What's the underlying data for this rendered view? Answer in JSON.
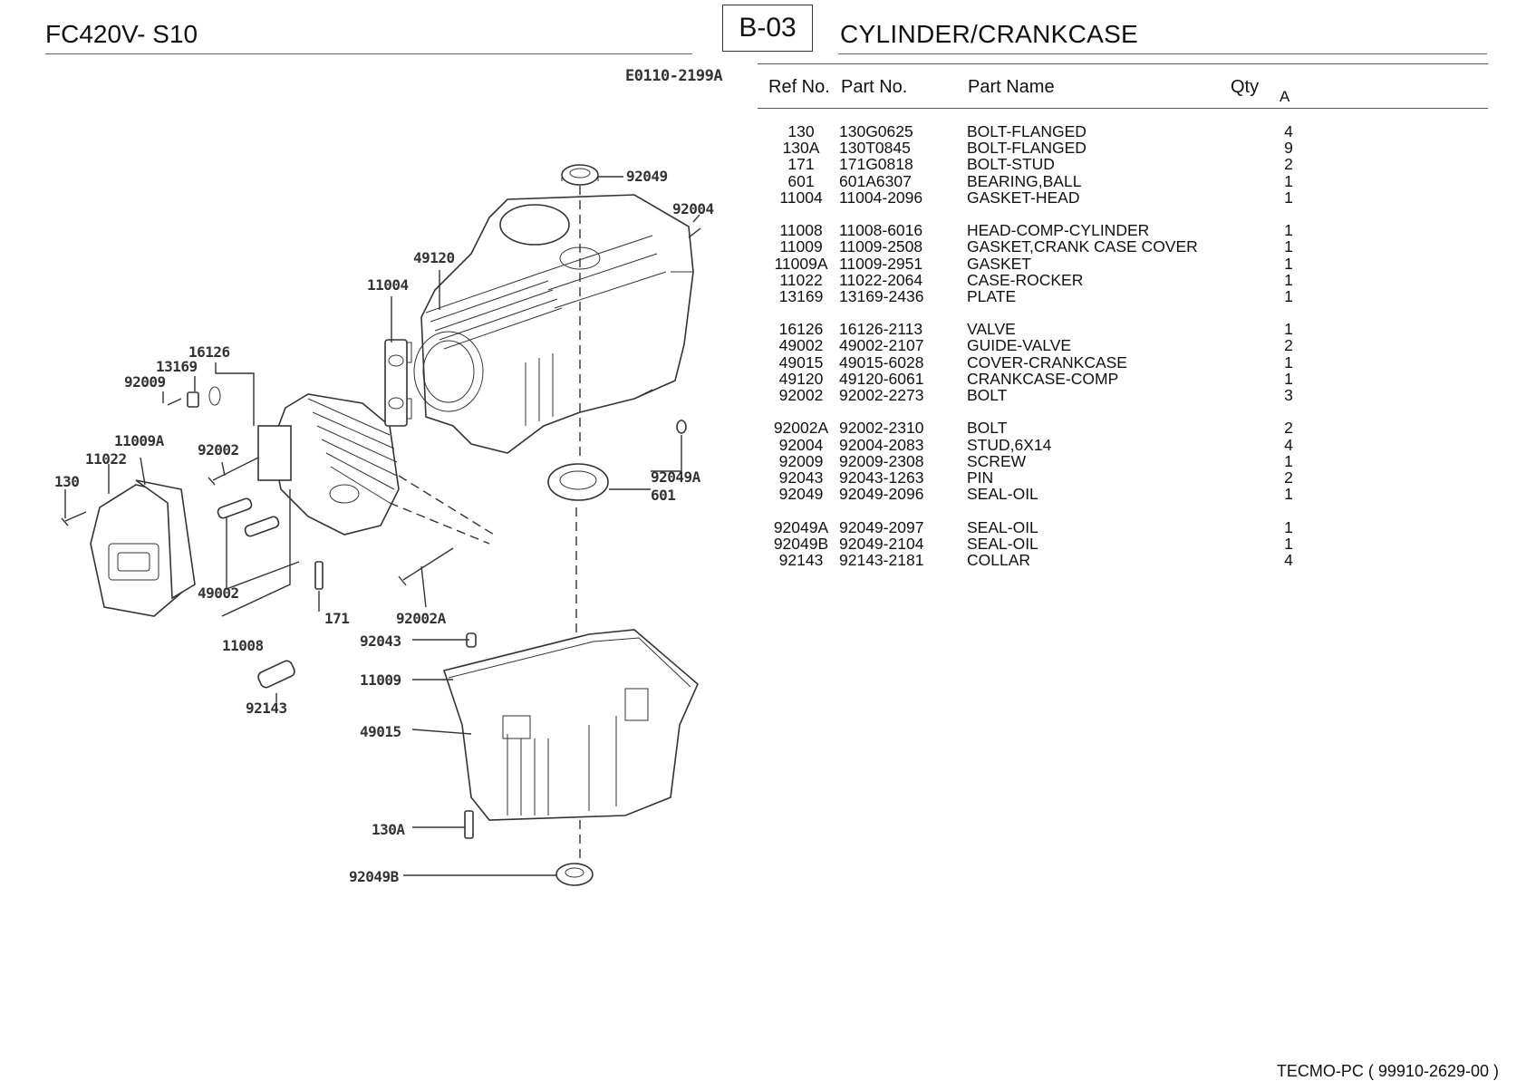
{
  "header": {
    "model": "FC420V- S10",
    "section_code": "B-03",
    "section_title": "CYLINDER/CRANKCASE"
  },
  "diagram": {
    "id": "E0110-2199A",
    "callouts": [
      "92049",
      "92004",
      "49120",
      "11004",
      "16126",
      "13169",
      "92009",
      "11009A",
      "11022",
      "92002",
      "130",
      "92049A",
      "601",
      "49002",
      "171",
      "92002A",
      "11008",
      "92043",
      "11009",
      "92143",
      "49015",
      "130A",
      "92049B"
    ]
  },
  "table": {
    "headers": {
      "ref": "Ref No.",
      "part_no": "Part No.",
      "part_name": "Part Name",
      "qty": "Qty",
      "col_a": "A"
    },
    "rows": [
      {
        "ref": "130",
        "part_no": "130G0625",
        "name": "BOLT-FLANGED",
        "qty": "4"
      },
      {
        "ref": "130A",
        "part_no": "130T0845",
        "name": "BOLT-FLANGED",
        "qty": "9"
      },
      {
        "ref": "171",
        "part_no": "171G0818",
        "name": "BOLT-STUD",
        "qty": "2"
      },
      {
        "ref": "601",
        "part_no": "601A6307",
        "name": "BEARING,BALL",
        "qty": "1"
      },
      {
        "ref": "11004",
        "part_no": "11004-2096",
        "name": "GASKET-HEAD",
        "qty": "1"
      },
      {
        "ref": "11008",
        "part_no": "11008-6016",
        "name": "HEAD-COMP-CYLINDER",
        "qty": "1"
      },
      {
        "ref": "11009",
        "part_no": "11009-2508",
        "name": "GASKET,CRANK CASE COVER",
        "qty": "1"
      },
      {
        "ref": "11009A",
        "part_no": "11009-2951",
        "name": "GASKET",
        "qty": "1"
      },
      {
        "ref": "11022",
        "part_no": "11022-2064",
        "name": "CASE-ROCKER",
        "qty": "1"
      },
      {
        "ref": "13169",
        "part_no": "13169-2436",
        "name": "PLATE",
        "qty": "1"
      },
      {
        "ref": "16126",
        "part_no": "16126-2113",
        "name": "VALVE",
        "qty": "1"
      },
      {
        "ref": "49002",
        "part_no": "49002-2107",
        "name": "GUIDE-VALVE",
        "qty": "2"
      },
      {
        "ref": "49015",
        "part_no": "49015-6028",
        "name": "COVER-CRANKCASE",
        "qty": "1"
      },
      {
        "ref": "49120",
        "part_no": "49120-6061",
        "name": "CRANKCASE-COMP",
        "qty": "1"
      },
      {
        "ref": "92002",
        "part_no": "92002-2273",
        "name": "BOLT",
        "qty": "3"
      },
      {
        "ref": "92002A",
        "part_no": "92002-2310",
        "name": "BOLT",
        "qty": "2"
      },
      {
        "ref": "92004",
        "part_no": "92004-2083",
        "name": "STUD,6X14",
        "qty": "4"
      },
      {
        "ref": "92009",
        "part_no": "92009-2308",
        "name": "SCREW",
        "qty": "1"
      },
      {
        "ref": "92043",
        "part_no": "92043-1263",
        "name": "PIN",
        "qty": "2"
      },
      {
        "ref": "92049",
        "part_no": "92049-2096",
        "name": "SEAL-OIL",
        "qty": "1"
      },
      {
        "ref": "92049A",
        "part_no": "92049-2097",
        "name": "SEAL-OIL",
        "qty": "1"
      },
      {
        "ref": "92049B",
        "part_no": "92049-2104",
        "name": "SEAL-OIL",
        "qty": "1"
      },
      {
        "ref": "92143",
        "part_no": "92143-2181",
        "name": "COLLAR",
        "qty": "4"
      }
    ]
  },
  "footer": "TECMO-PC  ( 99910-2629-00 )"
}
